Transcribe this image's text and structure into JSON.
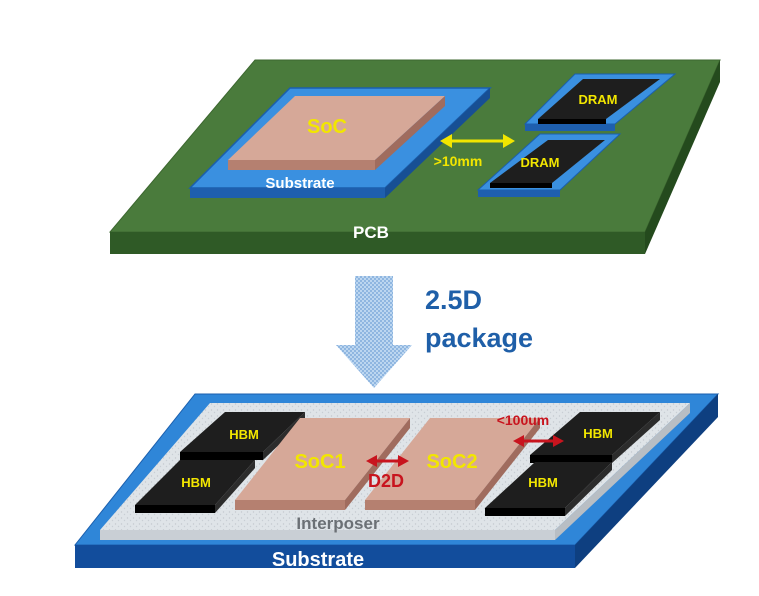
{
  "top_assembly": {
    "pcb_label": "PCB",
    "substrate_label": "Substrate",
    "soc_label": "SoC",
    "dram_labels": [
      "DRAM",
      "DRAM"
    ],
    "distance_label": ">10mm"
  },
  "transition": {
    "line1": "2.5D",
    "line2": "package"
  },
  "bottom_assembly": {
    "substrate_label": "Substrate",
    "interposer_label": "Interposer",
    "soc_labels": [
      "SoC1",
      "SoC2"
    ],
    "d2d_label": "D2D",
    "distance_label": "<100um",
    "hbm_labels": [
      "HBM",
      "HBM",
      "HBM",
      "HBM"
    ]
  },
  "colors": {
    "pcb_top": "#4a7b3c",
    "pcb_side": "#2f5a26",
    "substrate_blue": "#2f86d8",
    "soc_fill": "#d6a898",
    "chip_black": "#1e1e1e",
    "label_yellow": "#f2e600",
    "d2d_red": "#c8141e",
    "package_text_blue": "#1f5fa8",
    "arrow_blue": "#9fc3e8"
  }
}
